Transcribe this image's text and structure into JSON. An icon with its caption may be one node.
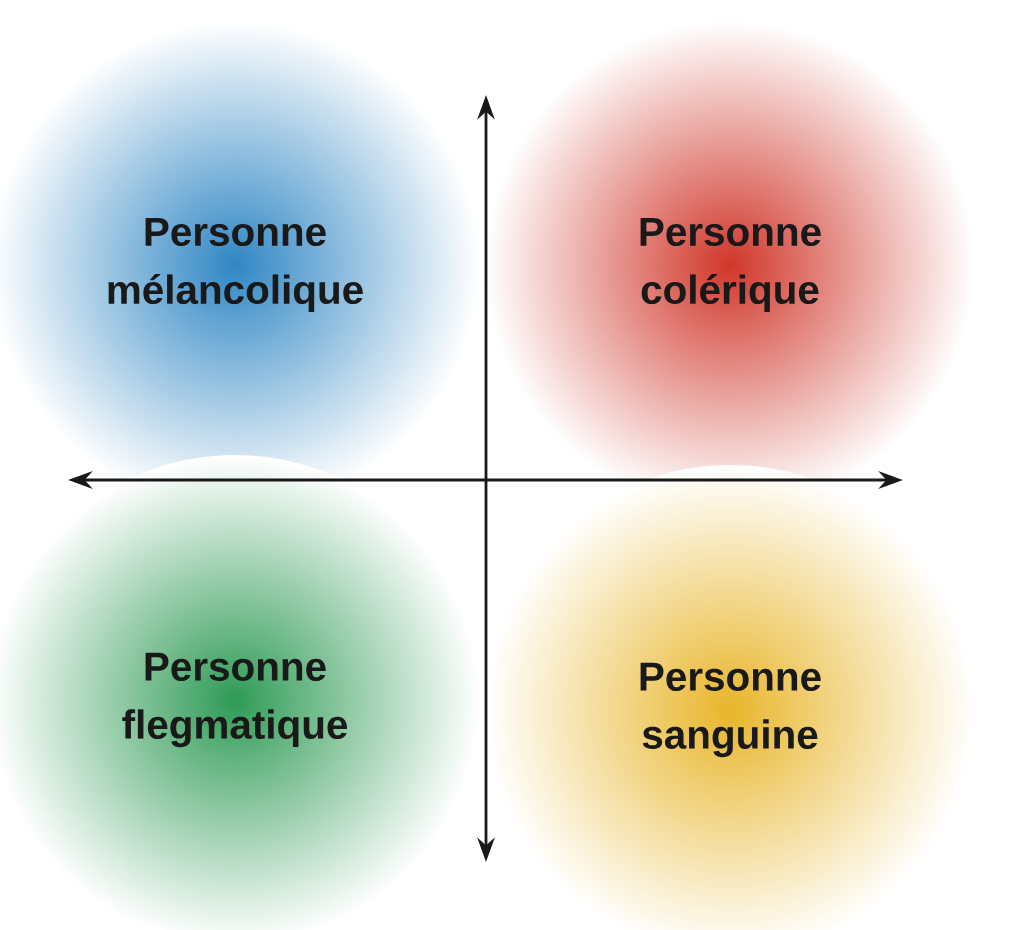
{
  "diagram": {
    "nodes": [
      {
        "text": [
          "Personne mélancolique"
        ]
      },
      {
        "text": [
          "Personne colérique"
        ]
      },
      {
        "text": [
          "Personne flegmatique"
        ]
      },
      {
        "text": [
          "Personne sanguine"
        ]
      }
    ]
  }
}
